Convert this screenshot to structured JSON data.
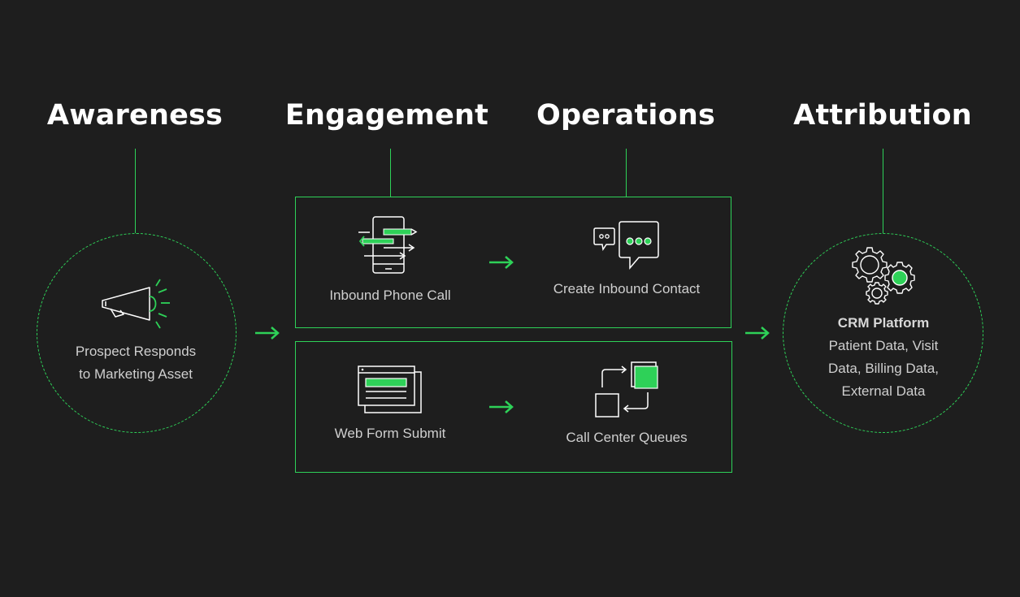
{
  "colors": {
    "background": "#1e1e1e",
    "accent": "#2ed158",
    "line": "#ffffff",
    "text": "#cfcfcf"
  },
  "stages": {
    "awareness": {
      "title": "Awareness",
      "label": "Prospect Responds\nto Marketing Asset"
    },
    "engagement": {
      "title": "Engagement"
    },
    "operations": {
      "title": "Operations"
    },
    "attribution": {
      "title": "Attribution",
      "label_bold": "CRM Platform",
      "label": "Patient Data, Visit\nData, Billing Data,\nExternal Data"
    }
  },
  "steps": {
    "inbound_phone_call": "Inbound Phone Call",
    "create_inbound_contact": "Create Inbound Contact",
    "web_form_submit": "Web Form Submit",
    "call_center_queues": "Call Center Queues"
  },
  "icons": [
    "megaphone-icon",
    "phone-icon",
    "chat-icon",
    "web-form-icon",
    "queue-icon",
    "gears-icon",
    "arrow-right-icon"
  ]
}
